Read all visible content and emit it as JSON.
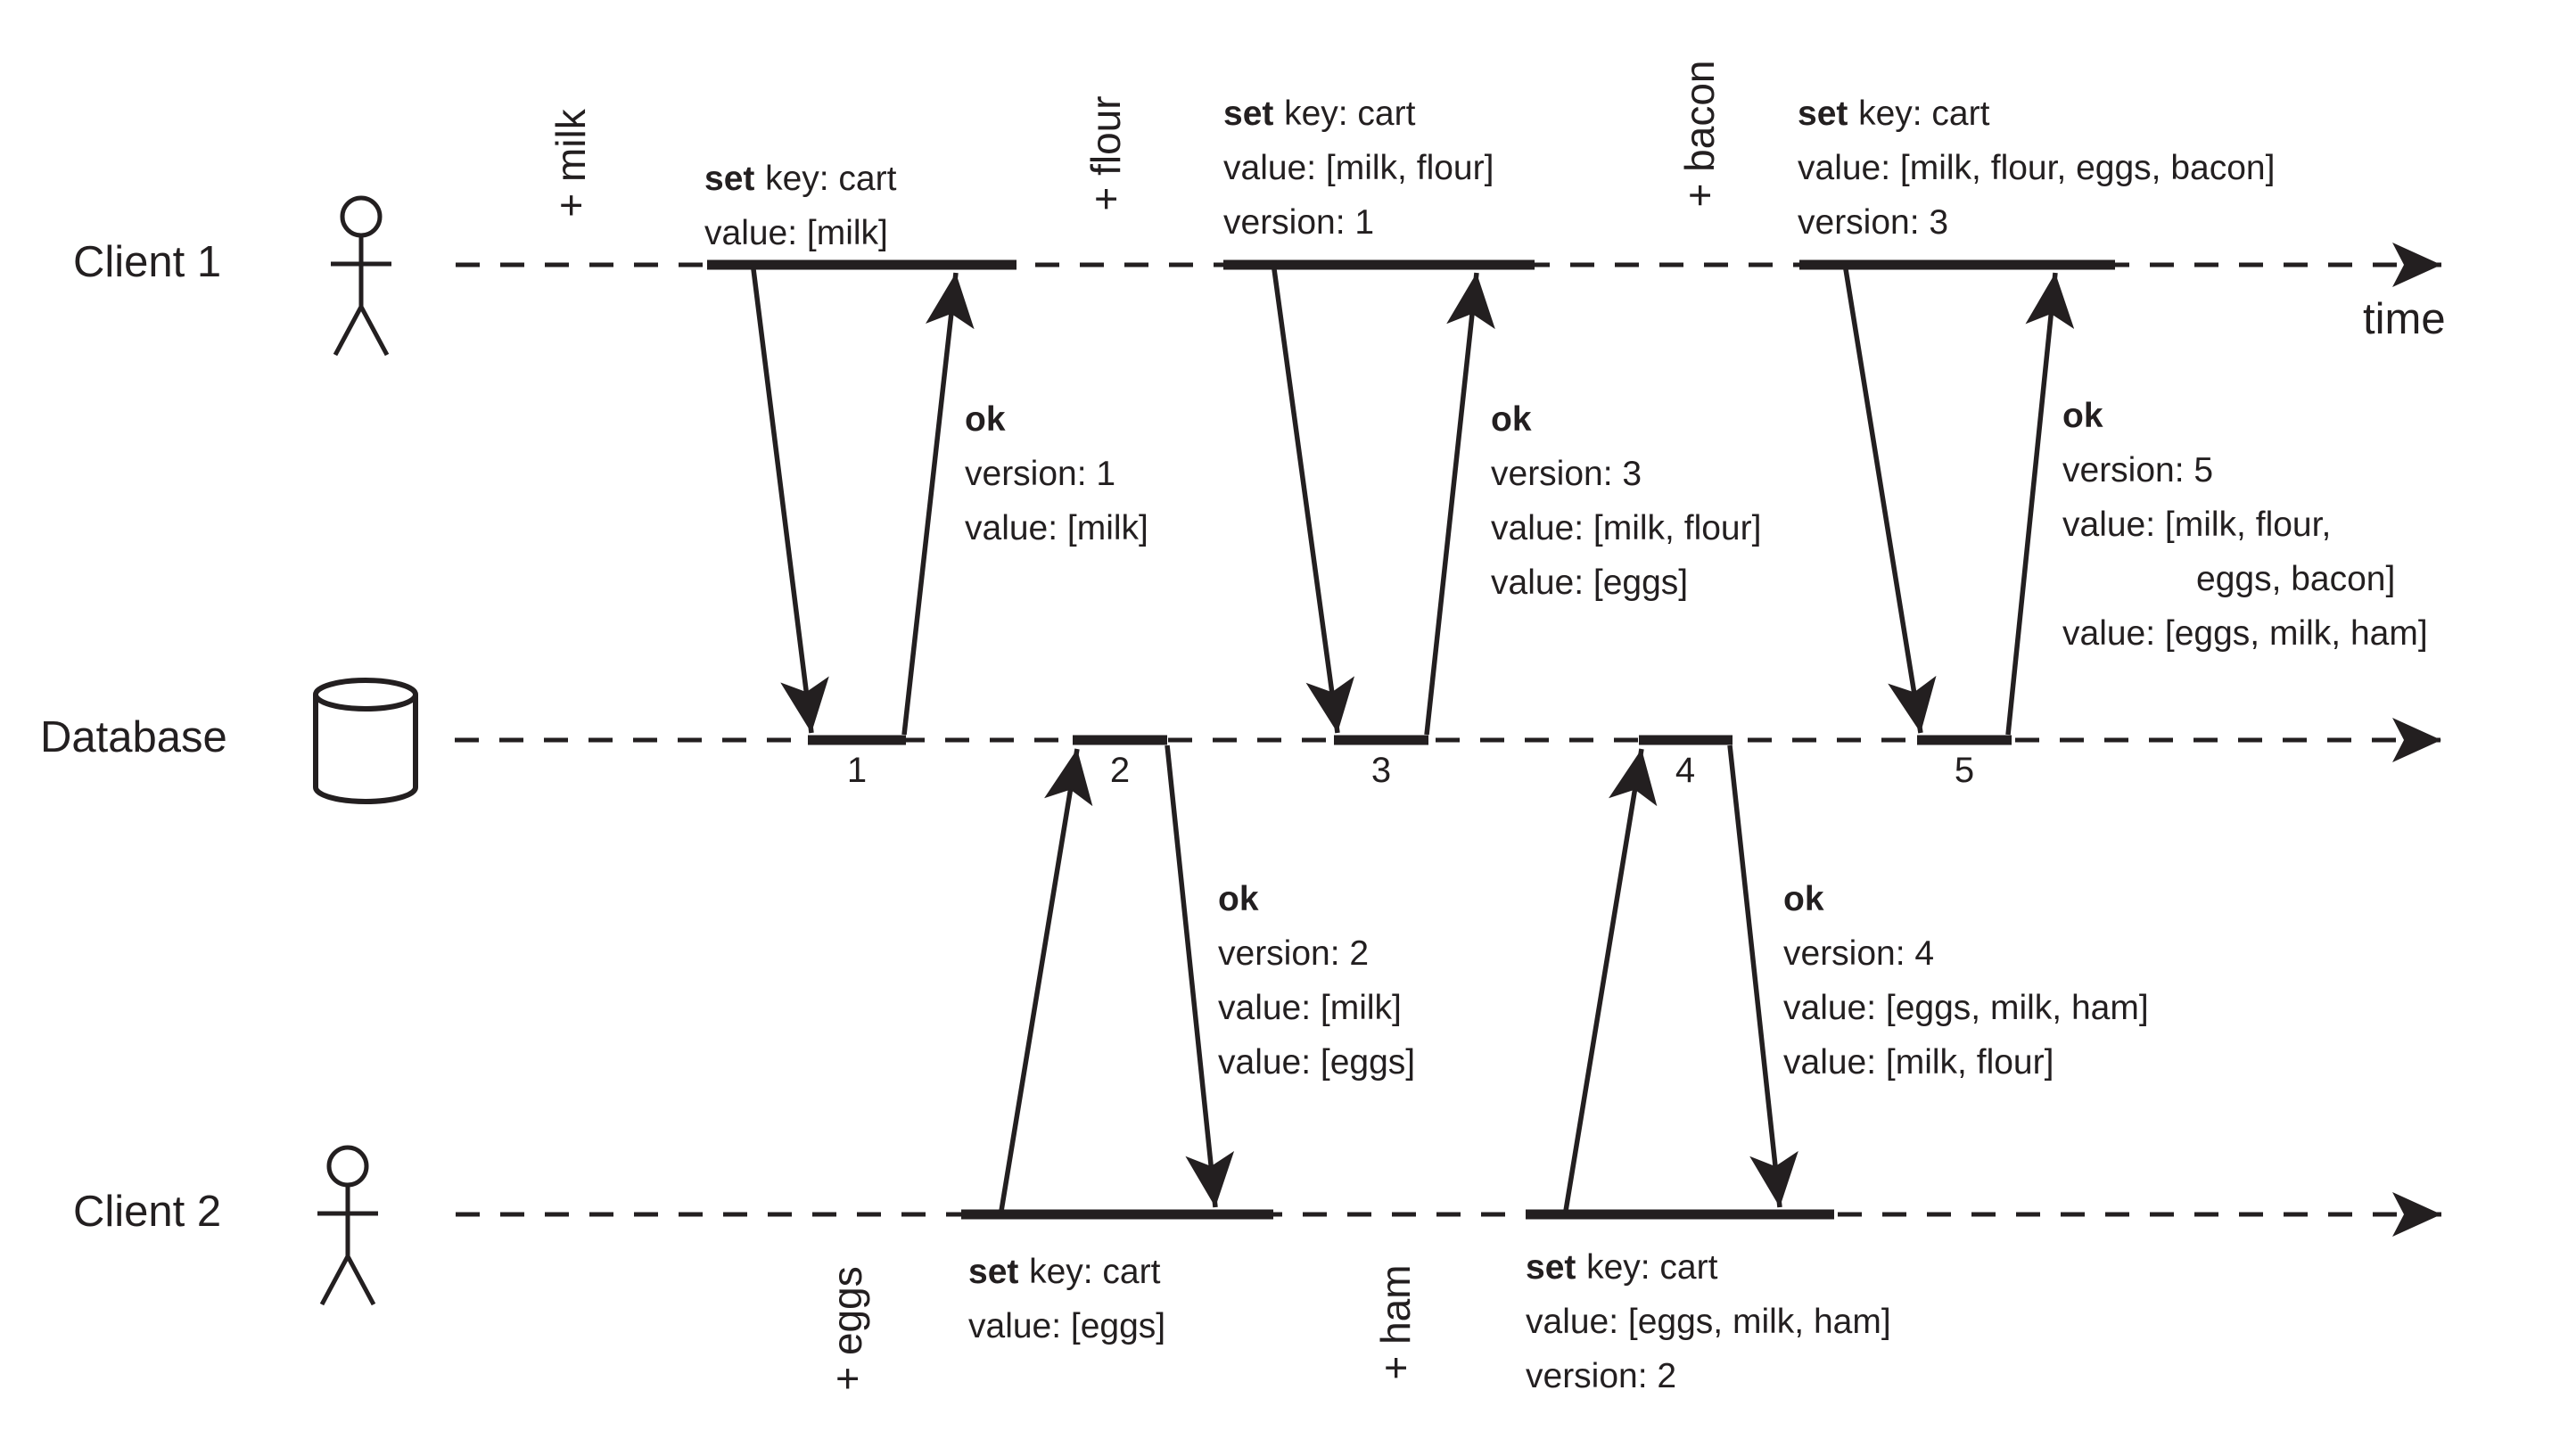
{
  "actors": {
    "client1": "Client 1",
    "database": "Database",
    "client2": "Client 2"
  },
  "time_label": "time",
  "actions": {
    "milk": "+ milk",
    "flour": "+ flour",
    "bacon": "+ bacon",
    "eggs": "+ eggs",
    "ham": "+ ham"
  },
  "requests": [
    {
      "keyword": "set",
      "header": "key: cart",
      "lines": [
        "value: [milk]"
      ]
    },
    {
      "keyword": "set",
      "header": "key: cart",
      "lines": [
        "value: [milk, flour]",
        "version: 1"
      ]
    },
    {
      "keyword": "set",
      "header": "key: cart",
      "lines": [
        "value: [milk, flour, eggs, bacon]",
        "version: 3"
      ]
    },
    {
      "keyword": "set",
      "header": "key: cart",
      "lines": [
        "value: [eggs]"
      ]
    },
    {
      "keyword": "set",
      "header": "key: cart",
      "lines": [
        "value: [eggs, milk, ham]",
        "version: 2"
      ]
    }
  ],
  "responses": [
    {
      "keyword": "ok",
      "lines": [
        "version: 1",
        "value: [milk]"
      ]
    },
    {
      "keyword": "ok",
      "lines": [
        "version: 3",
        "value: [milk, flour]",
        "value: [eggs]"
      ]
    },
    {
      "keyword": "ok",
      "lines": [
        "version: 5",
        "value: [milk, flour,",
        "eggs, bacon]",
        "value: [eggs, milk, ham]"
      ]
    },
    {
      "keyword": "ok",
      "lines": [
        "version: 2",
        "value: [milk]",
        "value: [eggs]"
      ]
    },
    {
      "keyword": "ok",
      "lines": [
        "version: 4",
        "value: [eggs, milk, ham]",
        "value: [milk, flour]"
      ]
    }
  ],
  "db_sequence": [
    "1",
    "2",
    "3",
    "4",
    "5"
  ],
  "colors": {
    "ink": "#231f20",
    "background": "#ffffff"
  }
}
